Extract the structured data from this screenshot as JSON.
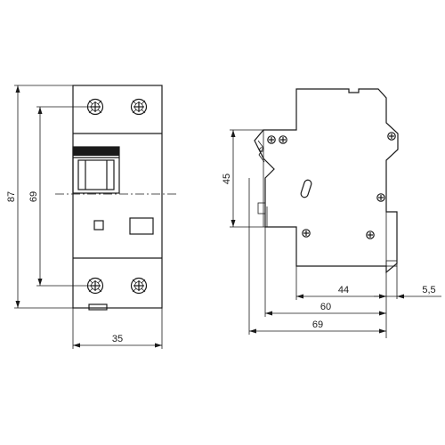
{
  "dimensions": {
    "front_height": "87",
    "front_inner_height": "69",
    "front_width": "35",
    "side_height": "45",
    "side_depth_44": "44",
    "side_depth_60": "60",
    "side_depth_69": "69",
    "side_offset": "5,5"
  },
  "colors": {
    "line": "#1a1a1a",
    "background": "#ffffff"
  }
}
